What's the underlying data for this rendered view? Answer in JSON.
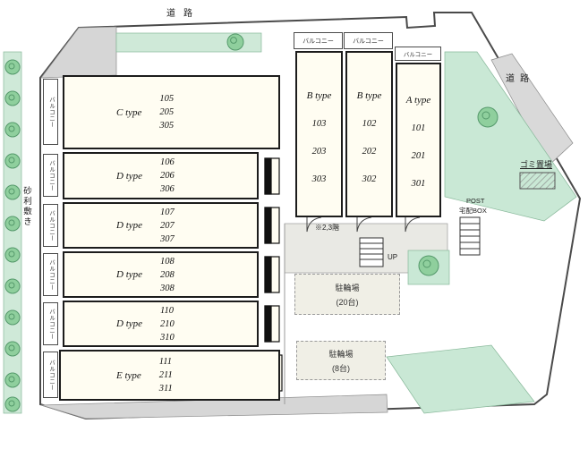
{
  "labels": {
    "road_top": "道路",
    "road_right": "道路",
    "gravel": "砂利敷き",
    "balcony": "バルコニー",
    "garbage": "ゴミ置場",
    "post": "POST",
    "delivery_box": "宅配BOX",
    "floor_note": "※2,3階",
    "up": "UP"
  },
  "bike_parking": [
    {
      "label": "駐輪場",
      "capacity": "(20台)"
    },
    {
      "label": "駐輪場",
      "capacity": "(8台)"
    }
  ],
  "units_left": [
    {
      "type": "C type",
      "rooms": [
        "105",
        "205",
        "305"
      ]
    },
    {
      "type": "D type",
      "rooms": [
        "106",
        "206",
        "306"
      ]
    },
    {
      "type": "D type",
      "rooms": [
        "107",
        "207",
        "307"
      ]
    },
    {
      "type": "D type",
      "rooms": [
        "108",
        "208",
        "308"
      ]
    },
    {
      "type": "D type",
      "rooms": [
        "110",
        "210",
        "310"
      ]
    },
    {
      "type": "E type",
      "rooms": [
        "111",
        "211",
        "311"
      ]
    }
  ],
  "units_right": [
    {
      "type": "B type",
      "rooms": [
        "103",
        "203",
        "303"
      ]
    },
    {
      "type": "B type",
      "rooms": [
        "102",
        "202",
        "302"
      ]
    },
    {
      "type": "A type",
      "rooms": [
        "101",
        "201",
        "301"
      ]
    }
  ],
  "colors": {
    "green": "#cfe9d8",
    "tree": "#8fcf9d",
    "gray": "#d6d6d6",
    "unit_fill": "#fffdf2",
    "outline": "#444444"
  }
}
